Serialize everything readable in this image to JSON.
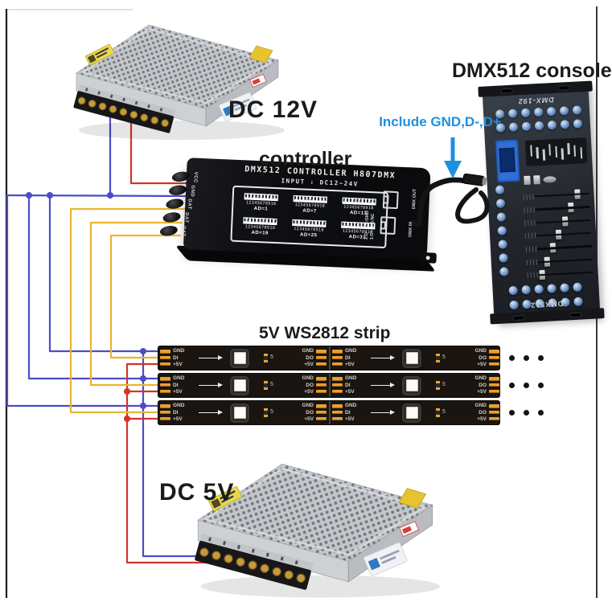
{
  "labels": {
    "dc12v": "DC 12V",
    "controller": "controller",
    "console": "DMX512 console",
    "include_note": "Include GND,D-,D+",
    "strip_title": "5V WS2812 strip",
    "dc5v": "DC 5V"
  },
  "controller": {
    "title": "DMX512 CONTROLLER H807DMX",
    "input": "INPUT : DC12~24V",
    "dip_numbers": "12345678910",
    "dip_addresses": [
      "AD=1",
      "AD=7",
      "AD=13",
      "AD=19",
      "AD=25",
      "AD=31"
    ],
    "terminals": [
      "VCC",
      "GND",
      "DAT",
      "DAT",
      "DAT"
    ],
    "pinout": {
      "p2": "2:D-",
      "p78": "7-8:GND",
      "p1": "1:D+",
      "p36": "3-6:NC"
    },
    "port_in": "DMX IN",
    "port_out": "DMX OUT"
  },
  "console": {
    "model": "DMX-192",
    "brand": "DMX512"
  },
  "strip": {
    "pad_in": [
      "GND",
      "DI",
      "+5V"
    ],
    "pad_out": [
      "GND",
      "DO",
      "+5V"
    ],
    "component": "5"
  },
  "wires": {
    "gnd": "#4c4cc8",
    "power": "#d2342a",
    "data": "#e7b62d",
    "note": "#1e90e0",
    "cable": "#141414"
  }
}
